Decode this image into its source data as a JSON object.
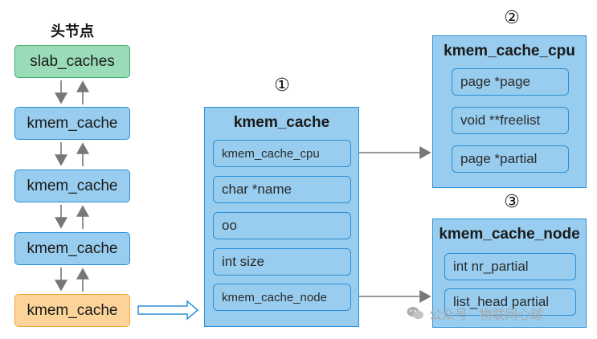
{
  "list": {
    "header": "头节点",
    "items": [
      "slab_caches",
      "kmem_cache",
      "kmem_cache",
      "kmem_cache",
      "kmem_cache"
    ]
  },
  "kmem_cache": {
    "marker": "①",
    "title": "kmem_cache",
    "fields": [
      "kmem_cache_cpu",
      "char *name",
      "oo",
      "int size",
      "kmem_cache_node"
    ]
  },
  "kmem_cache_cpu": {
    "marker": "②",
    "title": "kmem_cache_cpu",
    "fields": [
      "page *page",
      "void **freelist",
      "page *partial"
    ]
  },
  "kmem_cache_node": {
    "marker": "③",
    "title": "kmem_cache_node",
    "fields": [
      "int nr_partial",
      "list_head partial"
    ]
  },
  "watermark": {
    "text": "公众号 · 物联网心球",
    "icon": "wechat-icon"
  },
  "colors": {
    "blue_fill": "#98cdef",
    "blue_border": "#2b8fd6",
    "green_fill": "#9adcb8",
    "orange_fill": "#fcd49a",
    "arrow": "#777777"
  }
}
